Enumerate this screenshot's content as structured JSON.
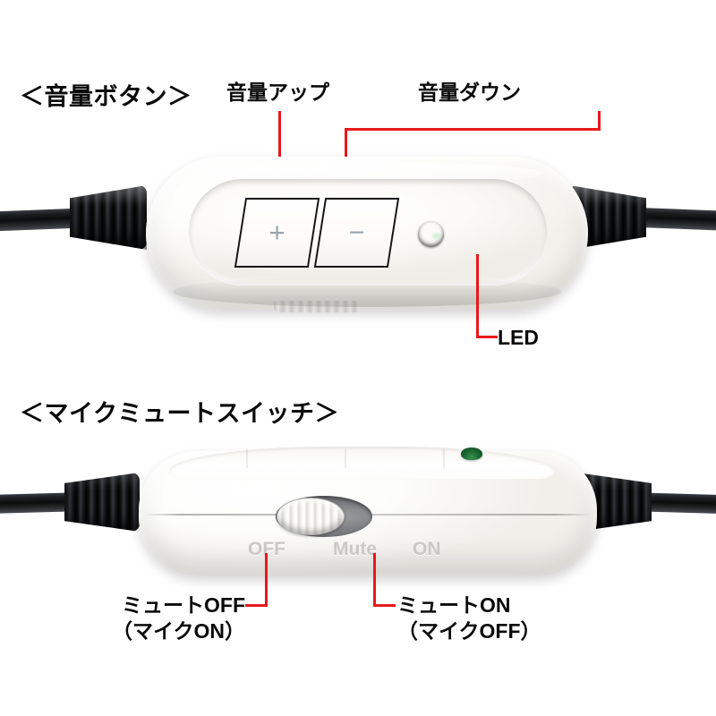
{
  "document": {
    "type": "product-feature-diagram",
    "background_color": "#ffffff",
    "leader_line_color": "#e8191c",
    "text_color": "#0a0a0a"
  },
  "sections": [
    {
      "id": "volume-button",
      "title": "＜音量ボタン＞",
      "callouts": [
        {
          "id": "volume-up",
          "label": "音量アップ"
        },
        {
          "id": "volume-down",
          "label": "音量ダウン"
        },
        {
          "id": "led",
          "label": "LED"
        }
      ],
      "device": {
        "name": "inline-volume-control",
        "body_color": "#fdfdfb",
        "buttons": [
          {
            "id": "volume-up-button",
            "glyph": "+"
          },
          {
            "id": "volume-down-button",
            "glyph": "−"
          }
        ],
        "led": {
          "id": "status-led",
          "color": "#1d6b32",
          "state": "green"
        }
      }
    },
    {
      "id": "mic-mute-switch",
      "title": "＜マイクミュートスイッチ＞",
      "callouts": [
        {
          "id": "mute-off",
          "line1": "ミュートOFF",
          "line2": "（マイクON）"
        },
        {
          "id": "mute-on",
          "line1": "ミュートON",
          "line2": "（マイクOFF）"
        }
      ],
      "device": {
        "name": "inline-mic-mute-switch",
        "body_color": "#fdfdfc",
        "printed_labels": [
          {
            "id": "switch-label-off",
            "text": "OFF",
            "color": "#c9c8c5"
          },
          {
            "id": "switch-label-mute",
            "text": "Mute",
            "color": "#c9c8c5"
          },
          {
            "id": "switch-label-on",
            "text": "ON",
            "color": "#c9c8c5"
          }
        ],
        "slider": {
          "id": "mute-slider",
          "position": "off"
        },
        "led": {
          "id": "status-led-side",
          "color": "#1d6b33",
          "state": "green"
        }
      }
    }
  ]
}
